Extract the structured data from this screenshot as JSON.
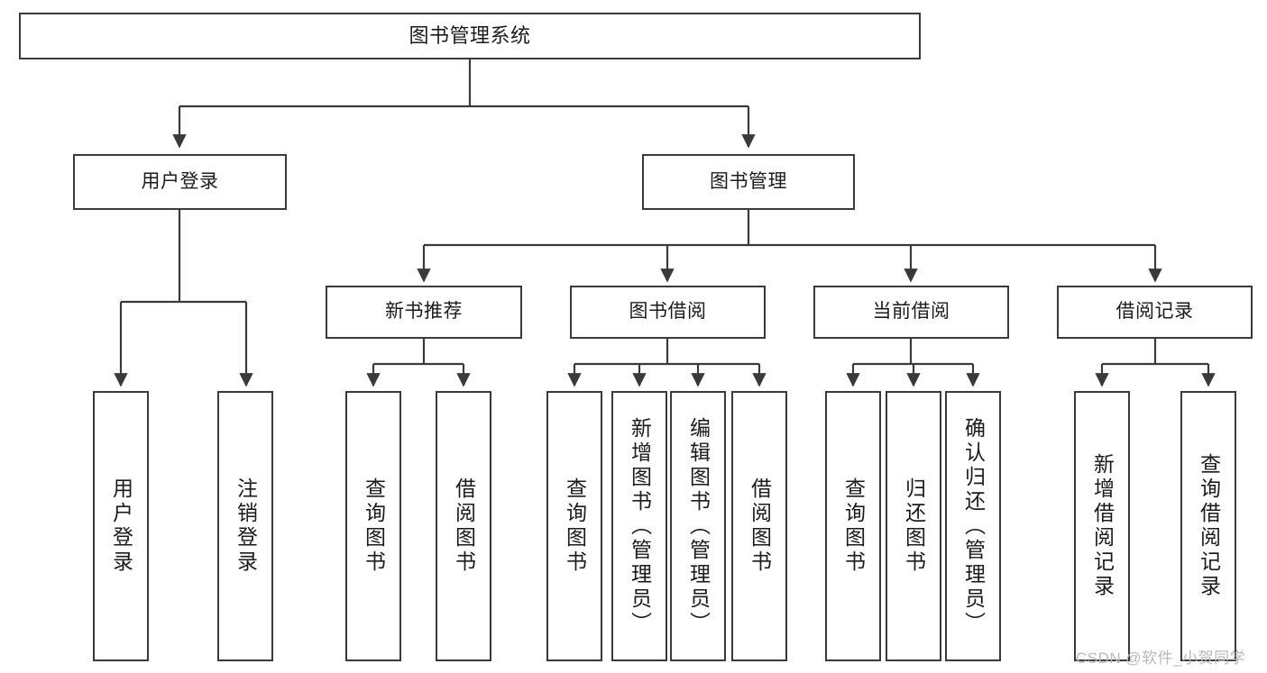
{
  "diagram": {
    "type": "tree",
    "title": "图书管理系统",
    "root": {
      "label": "图书管理系统"
    },
    "level1": [
      {
        "label": "用户登录"
      },
      {
        "label": "图书管理"
      }
    ],
    "level2": [
      {
        "label": "新书推荐",
        "parent": "图书管理"
      },
      {
        "label": "图书借阅",
        "parent": "图书管理"
      },
      {
        "label": "当前借阅",
        "parent": "图书管理"
      },
      {
        "label": "借阅记录",
        "parent": "图书管理"
      }
    ],
    "leaves": {
      "user_login": [
        {
          "label": "用户登录"
        },
        {
          "label": "注销登录"
        }
      ],
      "new_book_recommend": [
        {
          "label": "查询图书"
        },
        {
          "label": "借阅图书"
        }
      ],
      "book_borrow": [
        {
          "label": "查询图书"
        },
        {
          "label": "新增图书（管理员）"
        },
        {
          "label": "编辑图书（管理员）"
        },
        {
          "label": "借阅图书"
        }
      ],
      "current_borrow": [
        {
          "label": "查询图书"
        },
        {
          "label": "归还图书"
        },
        {
          "label": "确认归还（管理员）"
        }
      ],
      "borrow_record": [
        {
          "label": "新增借阅记录"
        },
        {
          "label": "查询借阅记录"
        }
      ]
    }
  },
  "watermark": {
    "text": "CSDN @软件_小贺同学"
  },
  "colors": {
    "stroke": "#3a3a3a",
    "text": "#1b1b1b",
    "background": "#ffffff",
    "watermark": "#b9b9b9"
  }
}
